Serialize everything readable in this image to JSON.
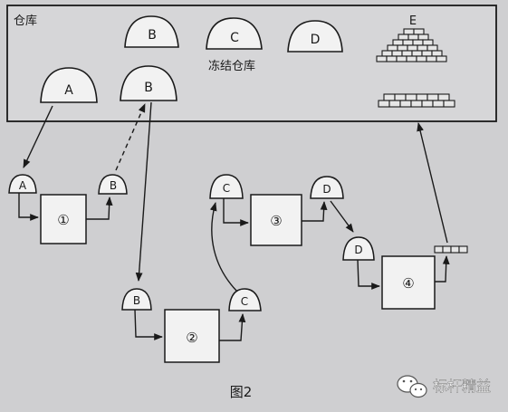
{
  "warehouse": {
    "label": "仓库",
    "frozen_label": "冻结仓库",
    "piles": {
      "a": "A",
      "b": "B",
      "frozen_b": "B",
      "frozen_c": "C",
      "frozen_d": "D",
      "e": "E"
    }
  },
  "processes": {
    "p1": {
      "label": "①",
      "input": "A",
      "output": "B"
    },
    "p2": {
      "label": "②",
      "input": "B",
      "output": "C"
    },
    "p3": {
      "label": "③",
      "input": "C",
      "output": "D"
    },
    "p4": {
      "label": "④",
      "input": "D"
    }
  },
  "figure": {
    "caption": "图2"
  },
  "watermark": {
    "text": "标杆精益"
  },
  "colors": {
    "ink": "#1a1a1a",
    "fill": "#f2f2f2",
    "paper": "#d2d2d4"
  }
}
